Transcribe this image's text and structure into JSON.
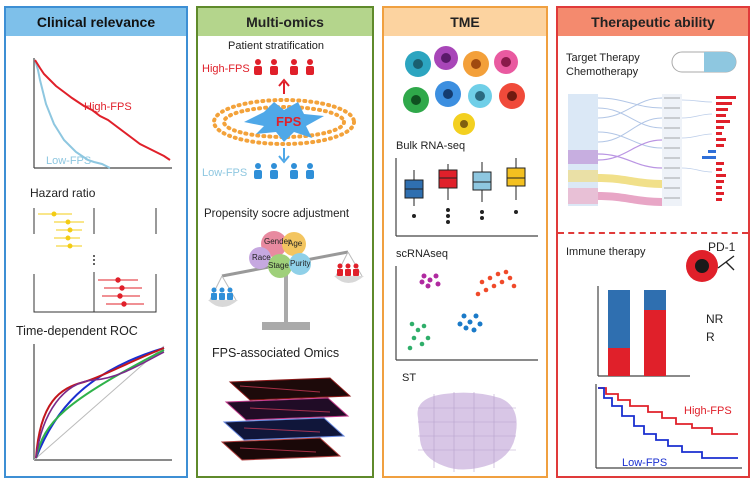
{
  "panels": {
    "clinical": {
      "title": "Clinical relevance",
      "km_high": "High-FPS",
      "km_low": "Low-FPS",
      "hazard_title": "Hazard ratio",
      "roc_title": "Time-dependent ROC"
    },
    "multiomics": {
      "title": "Multi-omics",
      "stratification": "Patient stratification",
      "high_label": "High-FPS",
      "center": "FPS",
      "low_label": "Low-FPS",
      "propensity": "Propensity socre adjustment",
      "balls": [
        "Gender",
        "Race",
        "Age",
        "Stage",
        "Purity"
      ],
      "omics_title": "FPS-associated Omics"
    },
    "tme": {
      "title": "TME",
      "bulk": "Bulk RNA-seq",
      "sc": "scRNAseq",
      "st": "ST"
    },
    "therapeutic": {
      "title": "Therapeutic ability",
      "target1": "Target Therapy",
      "target2": "Chemotherapy",
      "immune": "Immune therapy",
      "pd1": "PD-1",
      "nr": "NR",
      "r": "R",
      "km_high": "High-FPS",
      "km_low": "Low-FPS"
    }
  },
  "colors": {
    "blue_border": "#3d8fd4",
    "green_border": "#5f8a2b",
    "orange_border": "#f0a040",
    "red_border": "#e03a3a",
    "high": "#e0202a",
    "low": "#8ec7e0"
  }
}
